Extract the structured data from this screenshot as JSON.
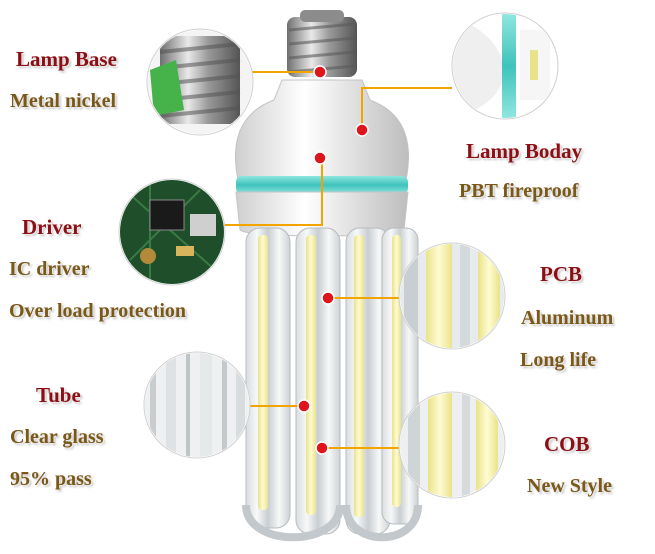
{
  "callouts": {
    "lamp_base": {
      "title": "Lamp Base",
      "desc": "Metal nickel"
    },
    "lamp_body": {
      "title": "Lamp Boday",
      "desc": "PBT  fireproof"
    },
    "driver": {
      "title": "Driver",
      "desc1": "IC driver",
      "desc2": "Over load protection"
    },
    "pcb": {
      "title": "PCB",
      "desc1": "Aluminum",
      "desc2": "Long life"
    },
    "tube": {
      "title": "Tube",
      "desc1": "Clear glass",
      "desc2": "95% pass"
    },
    "cob": {
      "title": "COB",
      "desc1": "New Style"
    }
  },
  "colors": {
    "title": "#8b0f14",
    "desc": "#7a5818",
    "leader_line": "#f2a400",
    "marker": "#e0141c",
    "body_band": "#5fd6cf",
    "led_strip": "#f6f3b0"
  }
}
